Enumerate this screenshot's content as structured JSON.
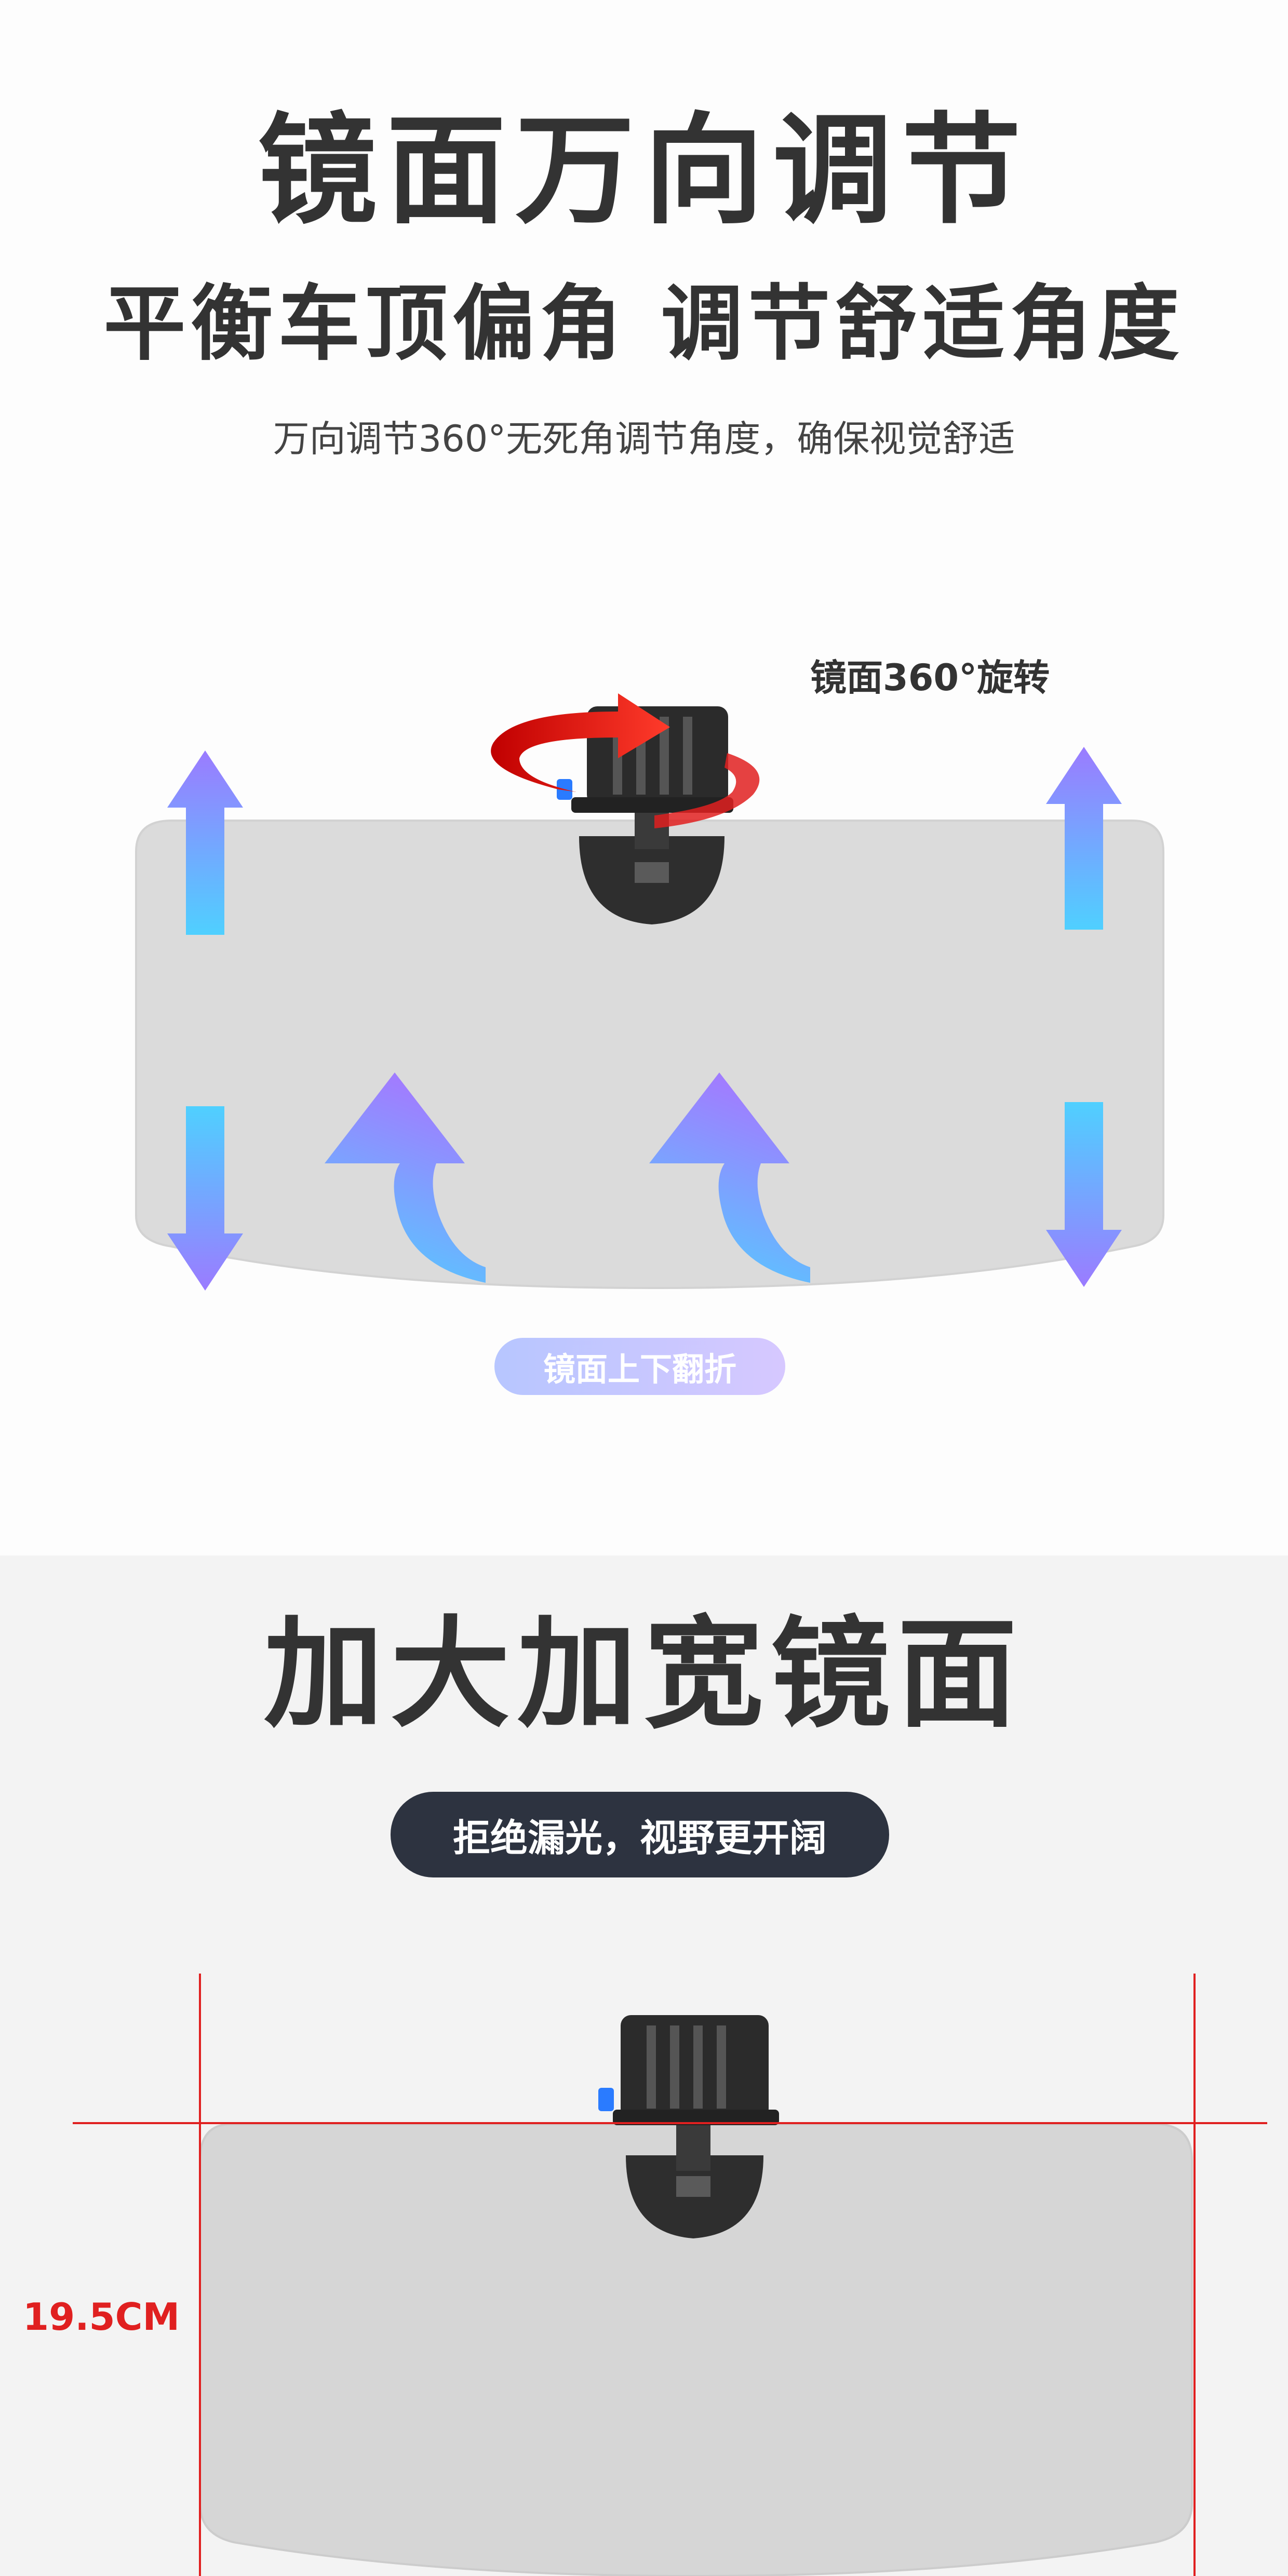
{
  "section1": {
    "title": "镜面万向调节",
    "subtitle": "平衡车顶偏角  调节舒适角度",
    "description": "万向调节360°无死角调节角度，确保视觉舒适",
    "rotate_label": "镜面360°旋转",
    "fold_label": "镜面上下翻折"
  },
  "section2": {
    "title": "加大加宽镜面",
    "tagline": "拒绝漏光，视野更开阔",
    "dimension_label": "19.5CM"
  },
  "colors": {
    "title_text": "#333333",
    "mirror": "#d8d8d8",
    "mount": "#2b2b2b",
    "rotate_arrow": "#e02020",
    "dimension_line": "#e02020",
    "pill_dark": "#2d3340",
    "arrow_gradient_start": "#4fd0ff",
    "arrow_gradient_end": "#9b7bff"
  }
}
